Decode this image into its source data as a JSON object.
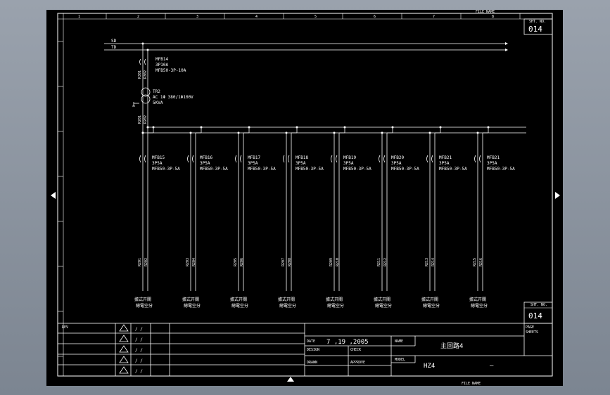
{
  "drawing": {
    "sheet_number": "014",
    "header_label": "SHT. NO.",
    "footer_label": "FILE NAME",
    "bus_labels": [
      "SD",
      "TD"
    ],
    "main_breaker": {
      "id": "MFB14",
      "rating": "3P10A",
      "model": "MFB50-3P-10A"
    },
    "transformer": {
      "id": "TR2",
      "spec": "AC 1Φ 380/1Φ100V",
      "power": "5KVA"
    },
    "wire_labels_top": [
      "R301",
      "R302"
    ],
    "wire_labels_mid": [
      "R201",
      "R202"
    ],
    "breakers": [
      {
        "id": "MFB15",
        "rating": "3P5A",
        "model": "MFB50-3P-5A",
        "wire_a": "R201",
        "wire_b": "R202",
        "label": "據式开關",
        "sub": "總電空分"
      },
      {
        "id": "MFB16",
        "rating": "3P5A",
        "model": "MFB50-3P-5A",
        "wire_a": "R203",
        "wire_b": "R204",
        "label": "據式开關",
        "sub": "總電空分"
      },
      {
        "id": "MFB17",
        "rating": "3P5A",
        "model": "MFB50-3P-5A",
        "wire_a": "R205",
        "wire_b": "R206",
        "label": "據式开關",
        "sub": "總電空分"
      },
      {
        "id": "MFB18",
        "rating": "3P5A",
        "model": "MFB50-3P-5A",
        "wire_a": "R207",
        "wire_b": "R208",
        "label": "據式开關",
        "sub": "總電空分"
      },
      {
        "id": "MFB19",
        "rating": "3P5A",
        "model": "MFB50-3P-5A",
        "wire_a": "R209",
        "wire_b": "R210",
        "label": "據式开關",
        "sub": "總電空分"
      },
      {
        "id": "MFB20",
        "rating": "3P5A",
        "model": "MFB50-3P-5A",
        "wire_a": "R211",
        "wire_b": "R212",
        "label": "據式开關",
        "sub": "總電空分"
      },
      {
        "id": "MFB21",
        "rating": "3P5A",
        "model": "MFB50-3P-5A",
        "wire_a": "R213",
        "wire_b": "R214",
        "label": "據式开關",
        "sub": "總電空分"
      },
      {
        "id": "MFB21",
        "rating": "3P5A",
        "model": "MFB50-3P-5A",
        "wire_a": "R215",
        "wire_b": "R216",
        "label": "據式开關",
        "sub": "總電空分"
      }
    ],
    "column_numbers": [
      "1",
      "2",
      "3",
      "4",
      "5",
      "6",
      "7",
      "8"
    ],
    "title_block": {
      "revision_label": "REV",
      "revision_mark": "/ /",
      "date_label": "DATE",
      "date_value": "7   ,19   ,2005",
      "design_label": "DESIGN",
      "check_label": "CHECK",
      "draw_label": "DRAWN",
      "approve_label": "APPROVE",
      "name_label": "NAME",
      "title": "主回路4",
      "model_label": "MODEL",
      "model_value": "HZ4",
      "model_suffix": "—",
      "sheet_label": "PAGE",
      "total_label": "SHEETS"
    }
  }
}
